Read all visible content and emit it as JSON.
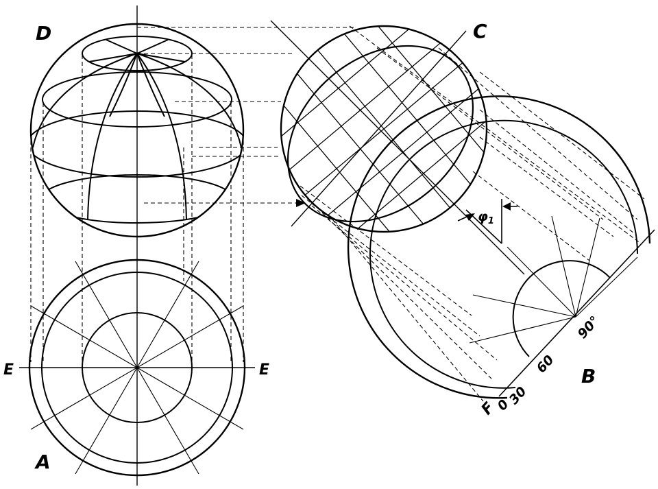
{
  "figure": {
    "labels": {
      "A": "A",
      "B": "B",
      "C": "C",
      "D": "D",
      "E_left": "E",
      "E_right": "E",
      "F": "F",
      "phi": "φ",
      "phi_sub": "1"
    },
    "scale_ticks": [
      "0",
      "30",
      "60",
      "90°"
    ]
  },
  "colors": {
    "ink": "#000000",
    "paper": "#ffffff"
  }
}
